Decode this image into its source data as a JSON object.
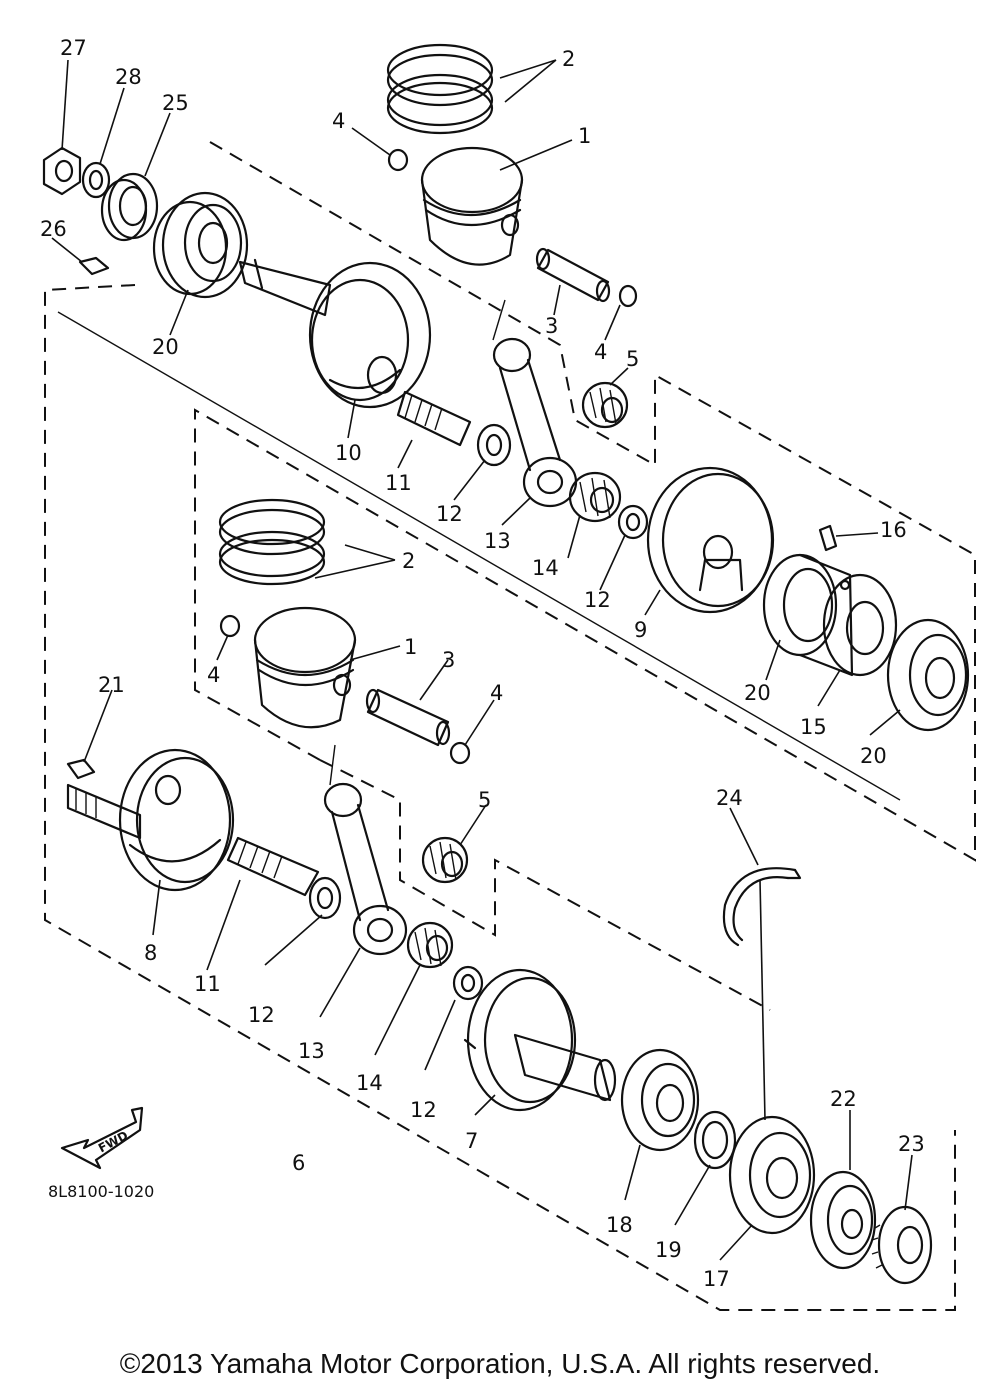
{
  "diagram": {
    "callouts": [
      {
        "id": "c27-top",
        "text": "27"
      },
      {
        "id": "c28-top",
        "text": "28"
      },
      {
        "id": "c25-top",
        "text": "25"
      },
      {
        "id": "c26-left",
        "text": "26"
      },
      {
        "id": "c20-left",
        "text": "20"
      },
      {
        "id": "c2-top",
        "text": "2"
      },
      {
        "id": "c4-top-a",
        "text": "4"
      },
      {
        "id": "c1-top",
        "text": "1"
      },
      {
        "id": "c3-top",
        "text": "3"
      },
      {
        "id": "c4-top-b",
        "text": "4"
      },
      {
        "id": "c5-top",
        "text": "5"
      },
      {
        "id": "c10",
        "text": "10"
      },
      {
        "id": "c11-top",
        "text": "11"
      },
      {
        "id": "c12-top-a",
        "text": "12"
      },
      {
        "id": "c13-top",
        "text": "13"
      },
      {
        "id": "c14-top",
        "text": "14"
      },
      {
        "id": "c12-top-b",
        "text": "12"
      },
      {
        "id": "c9",
        "text": "9"
      },
      {
        "id": "c16",
        "text": "16"
      },
      {
        "id": "c2-mid",
        "text": "2"
      },
      {
        "id": "c4-mid-a",
        "text": "4"
      },
      {
        "id": "c1-mid",
        "text": "1"
      },
      {
        "id": "c3-mid",
        "text": "3"
      },
      {
        "id": "c4-mid-b",
        "text": "4"
      },
      {
        "id": "c20-mid",
        "text": "20"
      },
      {
        "id": "c15",
        "text": "15"
      },
      {
        "id": "c20-right",
        "text": "20"
      },
      {
        "id": "c21",
        "text": "21"
      },
      {
        "id": "c5-mid",
        "text": "5"
      },
      {
        "id": "c24",
        "text": "24"
      },
      {
        "id": "c8",
        "text": "8"
      },
      {
        "id": "c11-bot",
        "text": "11"
      },
      {
        "id": "c12-bot-a",
        "text": "12"
      },
      {
        "id": "c13-bot",
        "text": "13"
      },
      {
        "id": "c14-bot",
        "text": "14"
      },
      {
        "id": "c12-bot-b",
        "text": "12"
      },
      {
        "id": "c7",
        "text": "7"
      },
      {
        "id": "c6",
        "text": "6"
      },
      {
        "id": "c18",
        "text": "18"
      },
      {
        "id": "c19",
        "text": "19"
      },
      {
        "id": "c17",
        "text": "17"
      },
      {
        "id": "c22",
        "text": "22"
      },
      {
        "id": "c23",
        "text": "23"
      }
    ],
    "fwd_label": "FWD",
    "figure_code": "8L8100-1020"
  },
  "footer": {
    "copyright": "©2013 Yamaha Motor Corporation, U.S.A. All rights reserved."
  }
}
